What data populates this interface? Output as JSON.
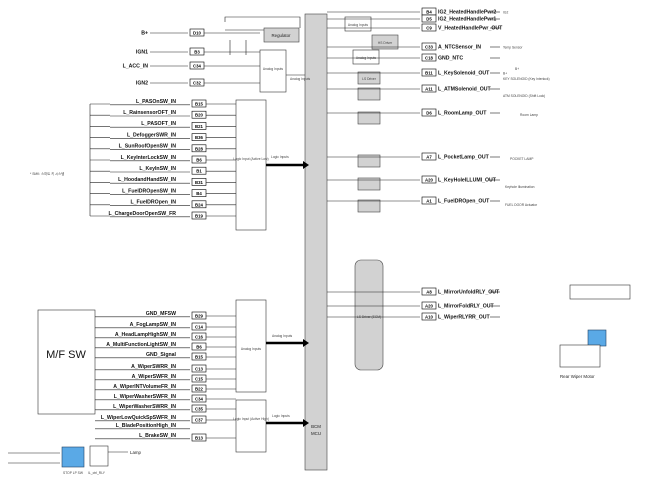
{
  "mcu": {
    "label_line1": "BCM",
    "label_line2": "MCU"
  },
  "mf_switch": {
    "label": "M/F SW"
  },
  "blocks": {
    "regulator": "Regulator",
    "analog_top": "Analog Inputs",
    "analog_top_arrow": "Analog Inputs",
    "analog_right1": "Analog Inputs",
    "analog_right2": "Analog Inputs",
    "hs_driver": "HS Driver",
    "logic_top": "Logic Input (Active Low)",
    "logic_top_arrow": "Logic Inputs",
    "analog_mid": "Analog Inputs",
    "analog_mid_arrow": "Analog Inputs",
    "logic_bottom": "Logic Input (Active High)",
    "logic_bottom_arrow": "Logic Inputs",
    "ls_driver": "LS Driver",
    "ls_driver_ecm": "LS Driver (ECM)"
  },
  "top_inputs": [
    {
      "name": "B+",
      "pin": "D10"
    },
    {
      "name": "IGN1",
      "pin": "B3"
    },
    {
      "name": "L_ACC_IN",
      "pin": "C34"
    },
    {
      "name": "IGN2",
      "pin": "C32"
    }
  ],
  "switch_inputs": [
    {
      "name": "L_PASOnSW_IN",
      "pin": "B15"
    },
    {
      "name": "L_RainsensorOFT_IN",
      "pin": "B20"
    },
    {
      "name": "L_PASOFT_IN",
      "pin": "B21"
    },
    {
      "name": "L_DefoggerSWR_IN",
      "pin": "B36"
    },
    {
      "name": "L_SunRoofOpenSW_IN",
      "pin": "B28"
    },
    {
      "name": "L_KeyInterLockSW_IN",
      "pin": "B6"
    },
    {
      "name": "L_KeyInSW_IN",
      "pin": "B1"
    },
    {
      "name": "L_HoodandHandSW_IN",
      "pin": "B31"
    },
    {
      "name": "L_FuelDROpenSW_IN",
      "pin": "B4"
    },
    {
      "name": "L_FuelDROpen_IN",
      "pin": "B24"
    },
    {
      "name": "L_ChargeDoorOpenSW_FR",
      "pin": "B19"
    }
  ],
  "side_note": "* SMK: 스마트 키 시스템",
  "mf_inputs": [
    {
      "name": "GND_MFSW",
      "pin": "B29"
    },
    {
      "name": "A_FogLampSW_IN",
      "pin": "C14"
    },
    {
      "name": "A_HeadLampHighSW_IN",
      "pin": "C16"
    },
    {
      "name": "A_MultiFunctionLightSW_IN",
      "pin": "B6"
    },
    {
      "name": "GND_Signal",
      "pin": "B15"
    },
    {
      "name": "A_WiperSWRR_IN",
      "pin": "C13"
    },
    {
      "name": "A_WiperSWFR_IN",
      "pin": "C15"
    },
    {
      "name": "A_WiperINTVolumeFR_IN",
      "pin": "B22"
    },
    {
      "name": "L_WiperWasherSWFR_IN",
      "pin": "C34"
    },
    {
      "name": "L_WiperWasherSWRR_IN",
      "pin": "C35"
    },
    {
      "name": "L_WiperLowQuickSpSWFR_IN",
      "pin": "C37"
    },
    {
      "name": "L_BladePositionHigh_IN",
      "pin": ""
    },
    {
      "name": "L_BrakeSW_IN",
      "pin": "B13"
    }
  ],
  "bottom_labels": {
    "lamp": "Lamp",
    "stop_lp_sw": "STOP LP SW",
    "relay": "IL_ctrl_RLY"
  },
  "outputs": [
    {
      "pin": "B4",
      "name": "IG2_HeatedHandlePwr2",
      "note": "IG2"
    },
    {
      "pin": "D5",
      "name": "IG2_HeatedHandlePwr1",
      "note": ""
    },
    {
      "pin": "C9",
      "name": "V_HeatedHandlePwr_OUT",
      "note": ""
    },
    {
      "pin": "C33",
      "name": "A_NTCSensor_IN",
      "note": "Temp Sensor"
    },
    {
      "pin": "C18",
      "name": "GND_NTC",
      "note": ""
    },
    {
      "pin": "B11",
      "name": "L_KeySolenoid_OUT",
      "note": "B+"
    },
    {
      "pin": "A11",
      "name": "L_ATMSolenoid_OUT",
      "note": ""
    },
    {
      "pin": "D6",
      "name": "L_RoomLamp_OUT",
      "note": ""
    },
    {
      "pin": "A7",
      "name": "L_PocketLamp_OUT",
      "note": ""
    },
    {
      "pin": "A20",
      "name": "L_KeyHoleILLUMI_OUT",
      "note": ""
    },
    {
      "pin": "A1",
      "name": "L_FuelDROpen_OUT",
      "note": ""
    },
    {
      "pin": "A8",
      "name": "L_MirrorUnfoldRLY_OUT",
      "note": ""
    },
    {
      "pin": "A20",
      "name": "L_MirrorFoldRLY_OUT",
      "note": ""
    },
    {
      "pin": "A10",
      "name": "L_WiperRLYRR_OUT",
      "note": ""
    }
  ],
  "right_labels": {
    "rear_wiper_motor": "Rear Wiper Motor",
    "bplus": "B+",
    "key_solenoid_note": "KEY SOLENOID (Key Interlock)",
    "atm_note": "ATM SOLENOID (Shift Lock)",
    "room_lamp_note": "Room Lamp",
    "pocket_note": "POCKET LAMP",
    "keyhole_note": "Keyhole Illumination",
    "fuel_note": "FUEL DOOR Actuator"
  }
}
